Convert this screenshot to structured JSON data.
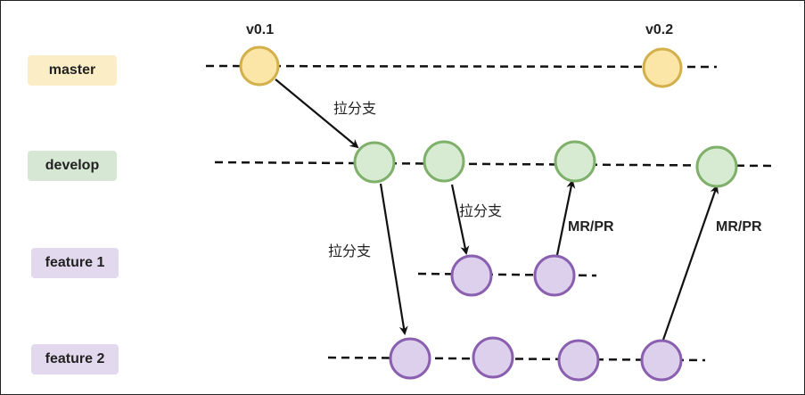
{
  "branches": {
    "master": "master",
    "develop": "develop",
    "feature1": "feature 1",
    "feature2": "feature 2"
  },
  "tags": {
    "v01": "v0.1",
    "v02": "v0.2"
  },
  "edges": {
    "branch_out_label": "拉分支",
    "merge_label": "MR/PR"
  },
  "colors": {
    "master_fill": "#fbe6a8",
    "master_stroke": "#d4b04a",
    "develop_fill": "#d6ebd2",
    "develop_stroke": "#7fb069",
    "feature_fill": "#ddd0ec",
    "feature_stroke": "#8a5fb0"
  }
}
